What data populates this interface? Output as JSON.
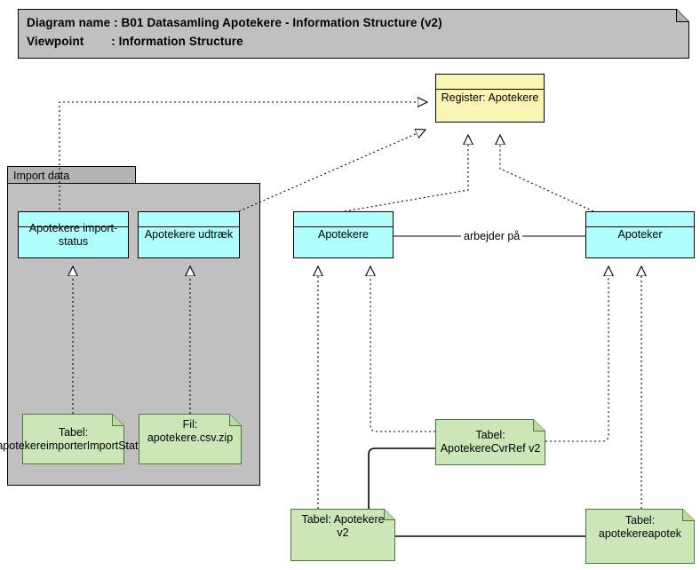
{
  "diagram": {
    "header": {
      "name_label": "Diagram name : B01 Datasamling Apotekere - Information Structure (v2)",
      "viewpoint_label": "Viewpoint        : Information Structure"
    },
    "group": {
      "tab_label": "Import data"
    },
    "nodes": [
      {
        "id": "register",
        "label": "Register: Apotekere",
        "type": "archimate-object",
        "color": "#FBF5B3"
      },
      {
        "id": "import-status",
        "label": "Apotekere import-status",
        "type": "archimate-object",
        "color": "#AFFFFF"
      },
      {
        "id": "udtraek",
        "label": "Apotekere udtræk",
        "type": "archimate-object",
        "color": "#AFFFFF"
      },
      {
        "id": "apotekere",
        "label": "Apotekere",
        "type": "archimate-object",
        "color": "#AFFFFF"
      },
      {
        "id": "apoteker",
        "label": "Apoteker",
        "type": "archimate-object",
        "color": "#AFFFFF"
      },
      {
        "id": "tabel-importstatus",
        "label": "Tabel: apotekereimporterImportStatus",
        "type": "note",
        "color": "#CDE6B8"
      },
      {
        "id": "fil-csv",
        "label": "Fil: apotekere.csv.zip",
        "type": "note",
        "color": "#CDE6B8"
      },
      {
        "id": "tabel-cvrref",
        "label": "Tabel: ApotekereCvrRef v2",
        "type": "note",
        "color": "#CDE6B8"
      },
      {
        "id": "tabel-apotekere-v2",
        "label": "Tabel: Apotekere v2",
        "type": "note",
        "color": "#CDE6B8"
      },
      {
        "id": "tabel-apotekereapotek",
        "label": "Tabel: apotekereapotek",
        "type": "note",
        "color": "#CDE6B8"
      }
    ],
    "connections": [
      {
        "id": "udtraek-to-register",
        "from": "udtraek",
        "to": "register",
        "style": "dotted-realization",
        "label": ""
      },
      {
        "id": "importstatus-to-register",
        "from": "import-status",
        "to": "register",
        "style": "dotted-realization",
        "label": ""
      },
      {
        "id": "apotekere-to-register",
        "from": "apotekere",
        "to": "register",
        "style": "dotted-realization",
        "label": ""
      },
      {
        "id": "apoteker-to-register",
        "from": "apoteker",
        "to": "register",
        "style": "dotted-realization",
        "label": ""
      },
      {
        "id": "apotekere-arbejder-pa-apoteker",
        "from": "apotekere",
        "to": "apoteker",
        "style": "association",
        "label": "arbejder på"
      },
      {
        "id": "tabel-importstatus-to-import-status",
        "from": "tabel-importstatus",
        "to": "import-status",
        "style": "dotted-realization",
        "label": ""
      },
      {
        "id": "fil-csv-to-udtraek",
        "from": "fil-csv",
        "to": "udtraek",
        "style": "dotted-realization",
        "label": ""
      },
      {
        "id": "tabel-apotekere-v2-to-apotekere",
        "from": "tabel-apotekere-v2",
        "to": "apotekere",
        "style": "dotted-realization",
        "label": ""
      },
      {
        "id": "tabel-cvrref-to-apotekere",
        "from": "tabel-cvrref",
        "to": "apotekere",
        "style": "dotted-realization",
        "label": ""
      },
      {
        "id": "tabel-cvrref-to-apoteker",
        "from": "tabel-cvrref",
        "to": "apoteker",
        "style": "dotted-realization",
        "label": ""
      },
      {
        "id": "tabel-apotekereapotek-to-apoteker",
        "from": "tabel-apotekereapotek",
        "to": "apoteker",
        "style": "dotted-realization",
        "label": ""
      },
      {
        "id": "tabel-apotekere-v2-to-cvrref",
        "from": "tabel-apotekere-v2",
        "to": "tabel-cvrref",
        "style": "association",
        "label": ""
      },
      {
        "id": "tabel-apotekere-v2-to-apotekereapotek",
        "from": "tabel-apotekere-v2",
        "to": "tabel-apotekereapotek",
        "style": "association",
        "label": ""
      }
    ]
  }
}
